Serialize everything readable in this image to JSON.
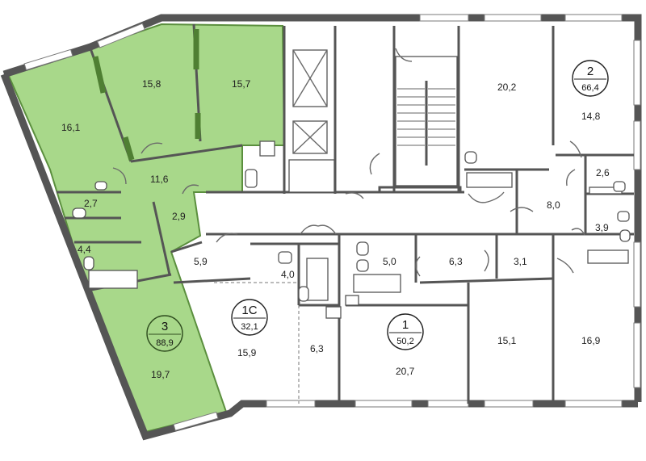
{
  "rooms": [
    {
      "id": "r161",
      "label": "16,1"
    },
    {
      "id": "r158",
      "label": "15,8"
    },
    {
      "id": "r157",
      "label": "15,7"
    },
    {
      "id": "r116",
      "label": "11,6"
    },
    {
      "id": "r27a",
      "label": "2,7"
    },
    {
      "id": "r29",
      "label": "2,9"
    },
    {
      "id": "r44a",
      "label": "4,4"
    },
    {
      "id": "r197",
      "label": "19,7"
    },
    {
      "id": "r59",
      "label": "5,9"
    },
    {
      "id": "r40",
      "label": "4,0"
    },
    {
      "id": "r159",
      "label": "15,9"
    },
    {
      "id": "r63a",
      "label": "6,3"
    },
    {
      "id": "r50",
      "label": "5,0"
    },
    {
      "id": "r63b",
      "label": "6,3"
    },
    {
      "id": "r31",
      "label": "3,1"
    },
    {
      "id": "r207",
      "label": "20,7"
    },
    {
      "id": "r151",
      "label": "15,1"
    },
    {
      "id": "r169",
      "label": "16,9"
    },
    {
      "id": "r202",
      "label": "20,2"
    },
    {
      "id": "r148",
      "label": "14,8"
    },
    {
      "id": "r26",
      "label": "2,6"
    },
    {
      "id": "r80",
      "label": "8,0"
    },
    {
      "id": "r39",
      "label": "3,9"
    }
  ],
  "apartments": [
    {
      "id": "apt3",
      "number": "3",
      "area": "88,9",
      "highlighted": true
    },
    {
      "id": "apt1c",
      "number": "1С",
      "area": "32,1",
      "highlighted": false
    },
    {
      "id": "apt1",
      "number": "1",
      "area": "50,2",
      "highlighted": false
    },
    {
      "id": "apt2",
      "number": "2",
      "area": "66,4",
      "highlighted": false
    }
  ],
  "colors": {
    "highlight_fill": "#a8d88a",
    "highlight_stroke": "#5b8f3e",
    "wall": "#555555",
    "background": "#ffffff"
  }
}
